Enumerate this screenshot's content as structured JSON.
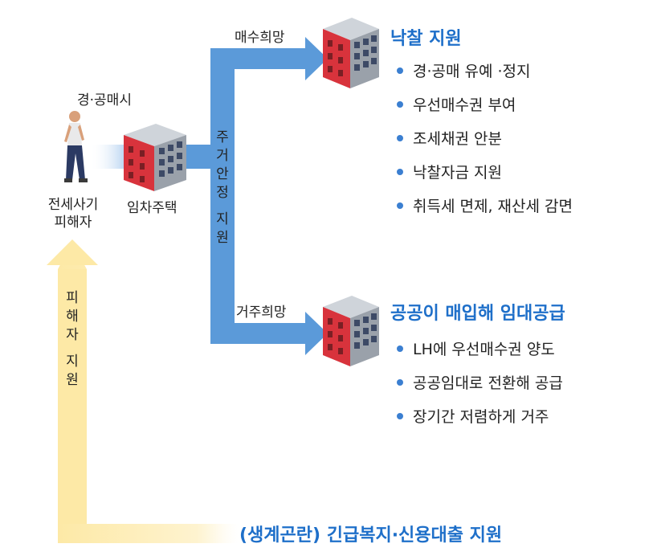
{
  "labels": {
    "auction_time": "경·공매시",
    "victim": [
      "전세사기",
      "피해자"
    ],
    "rental_house": "임차주택",
    "purchase_wish": "매수희망",
    "residence_wish": "거주희망",
    "housing_support_vertical": [
      "주",
      "거",
      "안",
      "정",
      "",
      "지",
      "원"
    ],
    "victim_support_vertical": [
      "피",
      "해",
      "자",
      "",
      "지",
      "원"
    ]
  },
  "sections": {
    "bid": {
      "title": "낙찰 지원",
      "items": [
        "경·공매 유예 ·정지",
        "우선매수권 부여",
        "조세채권 안분",
        "낙찰자금 지원",
        "취득세 면제, 재산세 감면"
      ]
    },
    "public": {
      "title": "공공이 매입해 임대공급",
      "items": [
        "LH에 우선매수권 양도",
        "공공임대로 전환해 공급",
        "장기간 저렴하게 거주"
      ]
    }
  },
  "bottom_text": "(생계곤란) 긴급복지·신용대출 지원",
  "colors": {
    "blue_arrow": "#5b9ad9",
    "yellow_arrow": "#fde9a6",
    "heading": "#1e6fc9",
    "bullet": "#3b7fd1",
    "building_red": "#d8333c",
    "building_grey": "#8a9099"
  }
}
